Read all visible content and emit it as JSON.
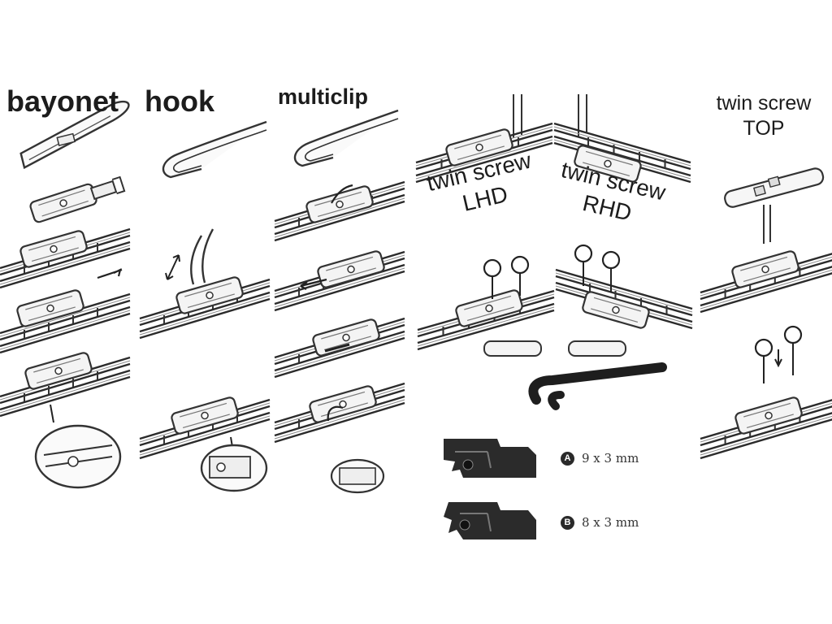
{
  "sections": {
    "bayonet": "bayonet",
    "hook": "hook",
    "multiclip": "multiclip",
    "twin_screw_lhd": {
      "line1": "twin screw",
      "line2": "LHD"
    },
    "twin_screw_rhd": {
      "line1": "twin screw",
      "line2": "RHD"
    },
    "twin_screw_top": {
      "line1": "twin screw",
      "line2": "TOP"
    }
  },
  "adapters": [
    {
      "letter": "A",
      "size": "9 x 3 mm"
    },
    {
      "letter": "B",
      "size": "8 x 3 mm"
    }
  ]
}
